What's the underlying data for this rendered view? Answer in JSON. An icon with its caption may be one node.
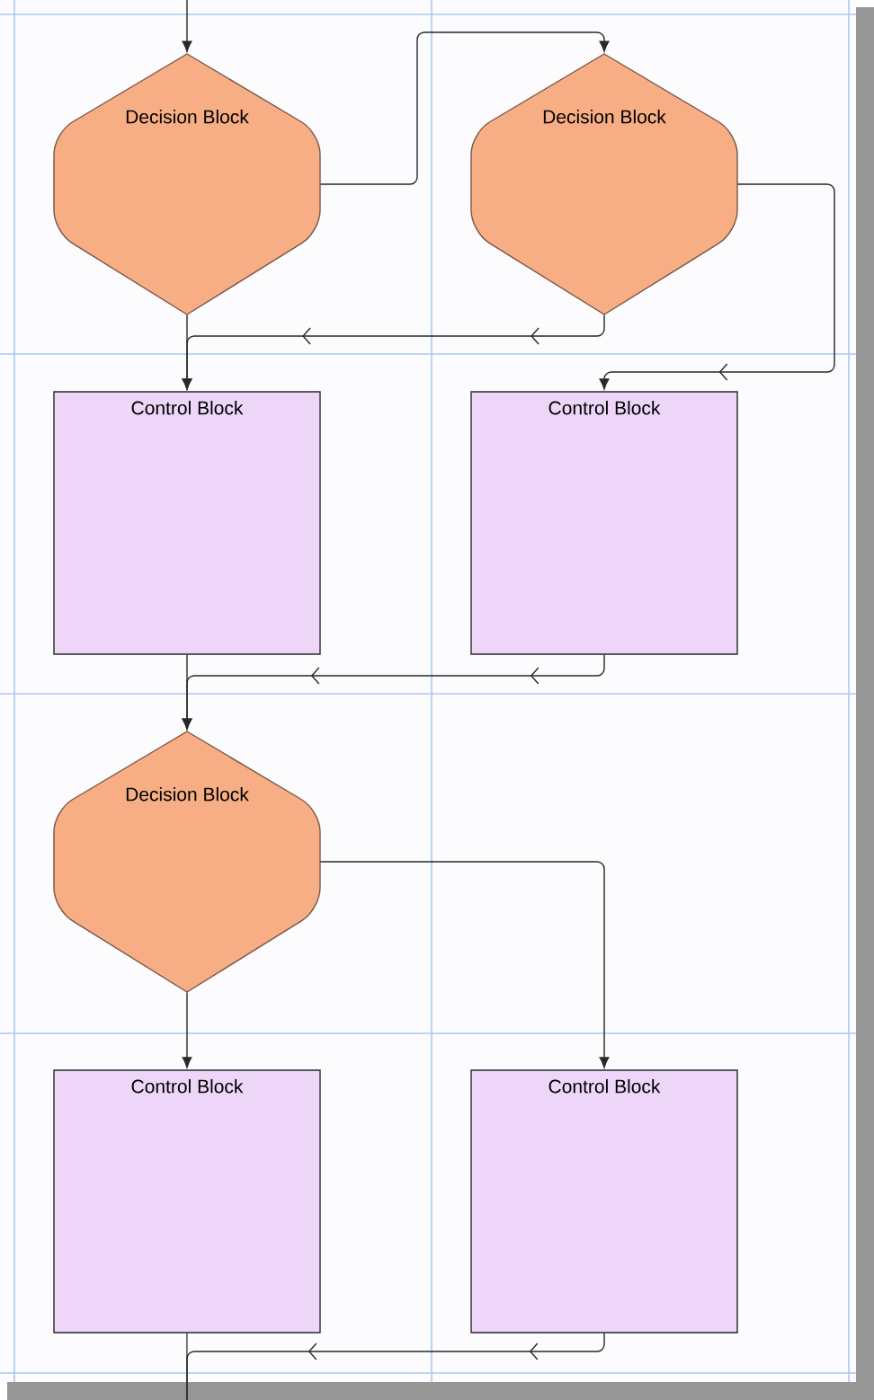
{
  "diagram": {
    "nodes": [
      {
        "text": [
          "Decision Block"
        ]
      },
      {
        "text": [
          "Decision Block"
        ]
      },
      {
        "text": [
          "Control Block"
        ]
      },
      {
        "text": [
          "Control Block"
        ]
      },
      {
        "text": [
          "Decision Block"
        ]
      },
      {
        "text": [
          "Control Block"
        ]
      },
      {
        "text": [
          "Control Block"
        ]
      }
    ],
    "edges": [
      {
        "from": null,
        "to": 0,
        "arrow": "to"
      },
      {
        "from": 0,
        "to": 1,
        "arrow": "to"
      },
      {
        "from": 0,
        "to": 2,
        "arrow": "to"
      },
      {
        "from": 1,
        "to": 2,
        "arrow": "to"
      },
      {
        "from": 1,
        "to": 3,
        "arrow": "to"
      },
      {
        "from": 2,
        "to": 4,
        "arrow": "to"
      },
      {
        "from": 3,
        "to": 4,
        "arrow": "to"
      },
      {
        "from": 4,
        "to": 5,
        "arrow": "to"
      },
      {
        "from": 4,
        "to": 6,
        "arrow": "to"
      },
      {
        "from": 5,
        "to": null,
        "arrow": "none"
      },
      {
        "from": 6,
        "to": null,
        "arrow": "none"
      }
    ]
  }
}
